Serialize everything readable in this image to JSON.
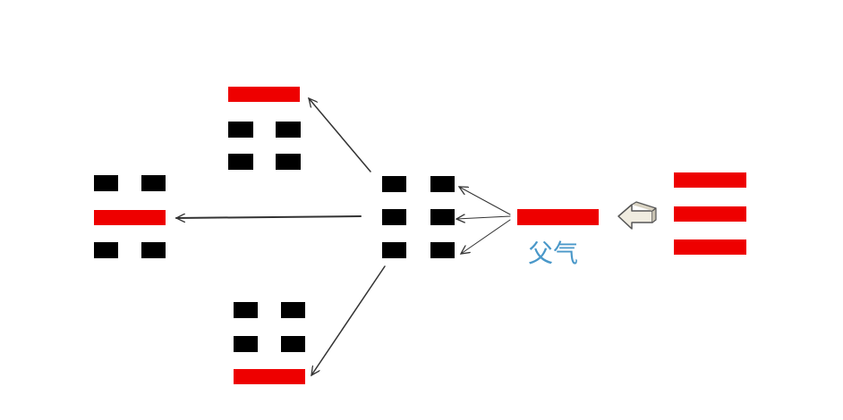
{
  "diagram": {
    "label": "父气",
    "colors": {
      "yang": "#ee0000",
      "yin": "#000000",
      "arrow": "#333333",
      "label": "#4a98c9",
      "big_arrow_fill": "#f0ece0",
      "big_arrow_stroke": "#555555"
    },
    "trigrams": [
      {
        "id": "source",
        "lines_top_to_bottom": [
          "yang",
          "yang",
          "yang"
        ]
      },
      {
        "id": "center",
        "lines_top_to_bottom": [
          "yin",
          "yin",
          "yin"
        ]
      },
      {
        "id": "top",
        "lines_top_to_bottom": [
          "yang",
          "yin",
          "yin"
        ]
      },
      {
        "id": "left",
        "lines_top_to_bottom": [
          "yin",
          "yang",
          "yin"
        ]
      },
      {
        "id": "bottom",
        "lines_top_to_bottom": [
          "yin",
          "yin",
          "yang"
        ]
      }
    ],
    "single_line": "yang",
    "icons": [
      "left-arrow-icon"
    ]
  }
}
